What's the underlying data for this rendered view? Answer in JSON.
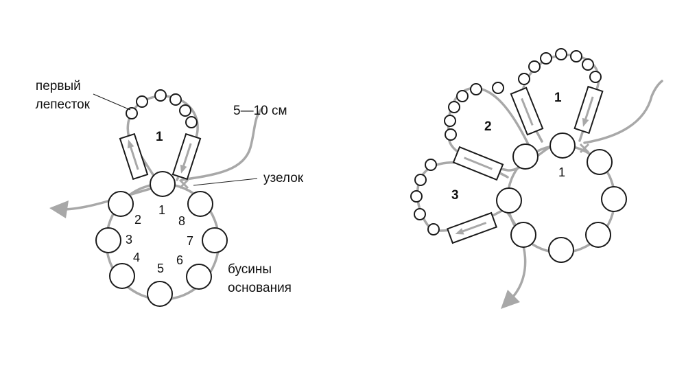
{
  "labels": {
    "first_petal": [
      "первый",
      "лепесток"
    ],
    "length": "5—10 см",
    "knot": "узелок",
    "base_beads": [
      "бусины",
      "основания"
    ]
  },
  "left_figure": {
    "petal_number": "1",
    "base_bead_numbers": [
      "1",
      "2",
      "3",
      "4",
      "5",
      "6",
      "7",
      "8"
    ]
  },
  "right_figure": {
    "petal_numbers": [
      "1",
      "2",
      "3"
    ],
    "base_bead_number": "1"
  },
  "colors": {
    "thread": "#a8a8a8",
    "outline": "#1a1a1a",
    "background": "#ffffff"
  }
}
